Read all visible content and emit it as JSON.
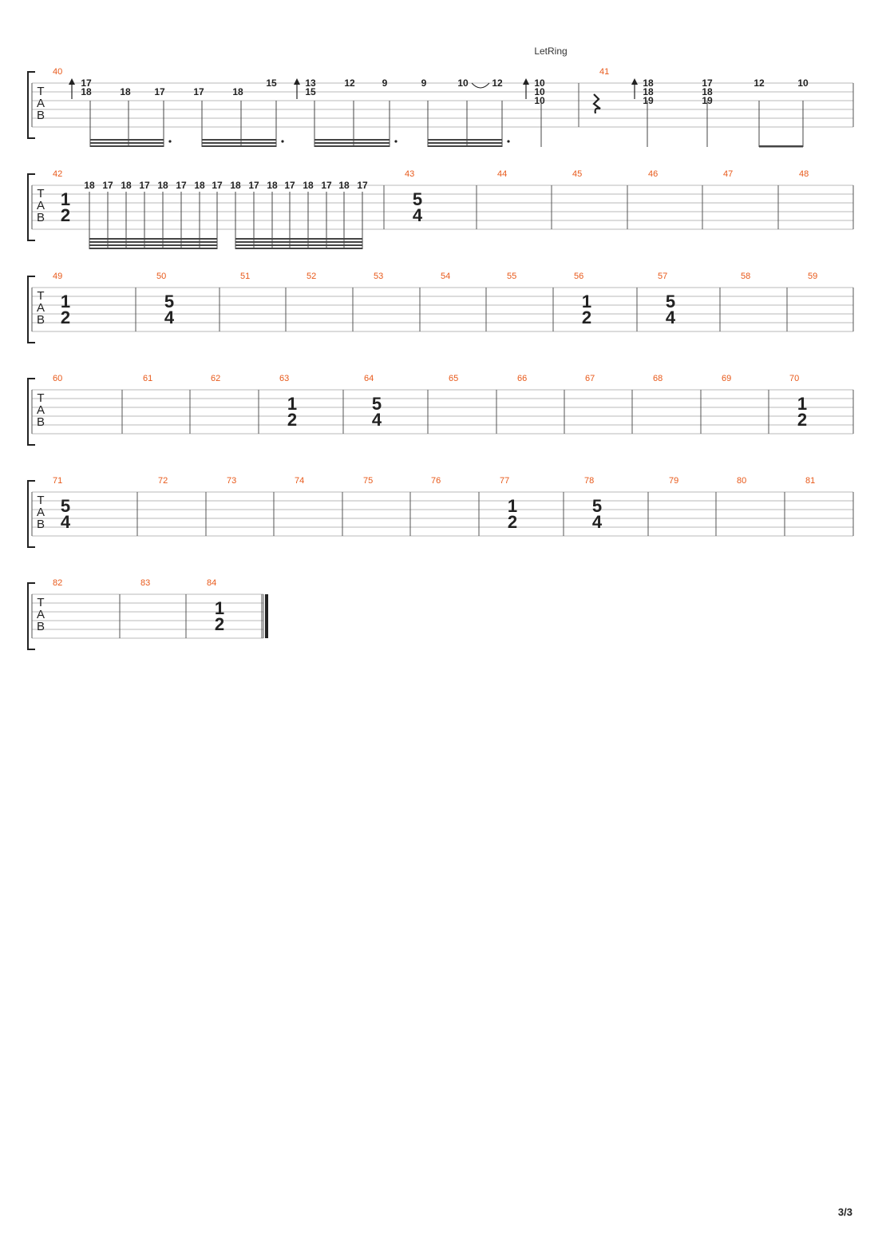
{
  "page": {
    "number_label": "3/3"
  },
  "annotations": {
    "let_ring": "LetRing"
  },
  "colors": {
    "measure_number": "#e8591a",
    "staff_line": "#b8b8b8",
    "ink": "#222222",
    "background": "#ffffff"
  },
  "tab_clef": [
    "T",
    "A",
    "B"
  ],
  "systems": [
    {
      "measures": [
        {
          "number": "40",
          "start_time_signature": null
        },
        {
          "number": "41",
          "start_time_signature": null
        }
      ],
      "fret_numbers": [
        "17",
        "18",
        "18",
        "17",
        "17",
        "18",
        "15",
        "13",
        "15",
        "12",
        "9",
        "9",
        "10",
        "12",
        "10",
        "10",
        "10",
        "18",
        "18",
        "19",
        "17",
        "18",
        "19",
        "12",
        "10"
      ]
    },
    {
      "measures": [
        {
          "number": "42",
          "start_time_signature": [
            "1",
            "2"
          ]
        },
        {
          "number": "43",
          "start_time_signature": [
            "5",
            "4"
          ]
        },
        {
          "number": "44",
          "start_time_signature": null
        },
        {
          "number": "45",
          "start_time_signature": null
        },
        {
          "number": "46",
          "start_time_signature": null
        },
        {
          "number": "47",
          "start_time_signature": null
        },
        {
          "number": "48",
          "start_time_signature": null
        }
      ],
      "fret_numbers": [
        "18",
        "17",
        "18",
        "17",
        "18",
        "17",
        "18",
        "17",
        "18",
        "17",
        "18",
        "17",
        "18",
        "17",
        "18",
        "17"
      ]
    },
    {
      "measures": [
        {
          "number": "49",
          "start_time_signature": [
            "1",
            "2"
          ]
        },
        {
          "number": "50",
          "start_time_signature": [
            "5",
            "4"
          ]
        },
        {
          "number": "51",
          "start_time_signature": null
        },
        {
          "number": "52",
          "start_time_signature": null
        },
        {
          "number": "53",
          "start_time_signature": null
        },
        {
          "number": "54",
          "start_time_signature": null
        },
        {
          "number": "55",
          "start_time_signature": null
        },
        {
          "number": "56",
          "start_time_signature": [
            "1",
            "2"
          ]
        },
        {
          "number": "57",
          "start_time_signature": [
            "5",
            "4"
          ]
        },
        {
          "number": "58",
          "start_time_signature": null
        },
        {
          "number": "59",
          "start_time_signature": null
        }
      ],
      "fret_numbers": []
    },
    {
      "measures": [
        {
          "number": "60",
          "start_time_signature": null
        },
        {
          "number": "61",
          "start_time_signature": null
        },
        {
          "number": "62",
          "start_time_signature": null
        },
        {
          "number": "63",
          "start_time_signature": [
            "1",
            "2"
          ]
        },
        {
          "number": "64",
          "start_time_signature": [
            "5",
            "4"
          ]
        },
        {
          "number": "65",
          "start_time_signature": null
        },
        {
          "number": "66",
          "start_time_signature": null
        },
        {
          "number": "67",
          "start_time_signature": null
        },
        {
          "number": "68",
          "start_time_signature": null
        },
        {
          "number": "69",
          "start_time_signature": null
        },
        {
          "number": "70",
          "start_time_signature": [
            "1",
            "2"
          ]
        }
      ],
      "fret_numbers": []
    },
    {
      "measures": [
        {
          "number": "71",
          "start_time_signature": [
            "5",
            "4"
          ]
        },
        {
          "number": "72",
          "start_time_signature": null
        },
        {
          "number": "73",
          "start_time_signature": null
        },
        {
          "number": "74",
          "start_time_signature": null
        },
        {
          "number": "75",
          "start_time_signature": null
        },
        {
          "number": "76",
          "start_time_signature": null
        },
        {
          "number": "77",
          "start_time_signature": [
            "1",
            "2"
          ]
        },
        {
          "number": "78",
          "start_time_signature": [
            "5",
            "4"
          ]
        },
        {
          "number": "79",
          "start_time_signature": null
        },
        {
          "number": "80",
          "start_time_signature": null
        },
        {
          "number": "81",
          "start_time_signature": null
        }
      ],
      "fret_numbers": []
    },
    {
      "measures": [
        {
          "number": "82",
          "start_time_signature": null
        },
        {
          "number": "83",
          "start_time_signature": null
        },
        {
          "number": "84",
          "start_time_signature": [
            "1",
            "2"
          ]
        }
      ],
      "fret_numbers": []
    }
  ]
}
